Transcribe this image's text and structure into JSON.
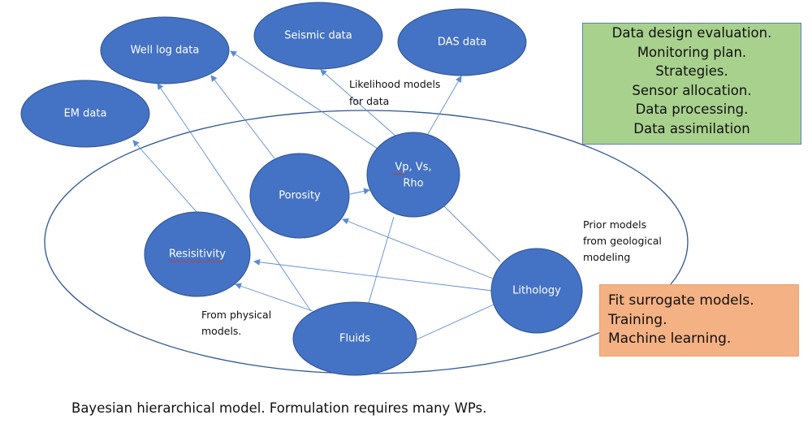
{
  "diagram": {
    "colors": {
      "node_fill": "#4472c4",
      "node_stroke": "#2f528f",
      "edge": "#5b8bd4",
      "outer_ellipse": "#2f5597",
      "green_box": "#a9d18e",
      "orange_box": "#f4b183"
    },
    "nodes": [
      {
        "id": "well_log",
        "label": "Well log data"
      },
      {
        "id": "seismic",
        "label": "Seismic data"
      },
      {
        "id": "das",
        "label": "DAS data"
      },
      {
        "id": "em",
        "label": "EM data"
      },
      {
        "id": "porosity",
        "label": "Porosity"
      },
      {
        "id": "vp",
        "label_line1": "Vp, Vs,",
        "label_line2": "Rho"
      },
      {
        "id": "resistivity",
        "label": "Resisitivity"
      },
      {
        "id": "lithology",
        "label": "Lithology"
      },
      {
        "id": "fluids",
        "label": "Fluids"
      }
    ],
    "edges": [
      {
        "from": "resistivity",
        "to": "em",
        "arrow": true
      },
      {
        "from": "porosity",
        "to": "well_log",
        "arrow": true
      },
      {
        "from": "vp",
        "to": "well_log",
        "arrow": true
      },
      {
        "from": "fluids",
        "to": "well_log",
        "arrow": true
      },
      {
        "from": "vp",
        "to": "seismic",
        "arrow": true
      },
      {
        "from": "vp",
        "to": "das",
        "arrow": true
      },
      {
        "from": "porosity",
        "to": "vp",
        "arrow": true
      },
      {
        "from": "lithology",
        "to": "porosity",
        "arrow": true
      },
      {
        "from": "lithology",
        "to": "resistivity",
        "arrow": true
      },
      {
        "from": "lithology",
        "to": "vp",
        "arrow": false
      },
      {
        "from": "lithology",
        "to": "fluids",
        "arrow": false
      },
      {
        "from": "fluids",
        "to": "resistivity",
        "arrow": true
      },
      {
        "from": "fluids",
        "to": "vp",
        "arrow": false
      }
    ],
    "annotations": {
      "likelihood": [
        "Likelihood models",
        "for data"
      ],
      "prior": [
        "Prior models",
        "from geological",
        "modeling"
      ],
      "physical": [
        "From physical",
        "models."
      ]
    }
  },
  "green_box": {
    "lines": [
      "Data design evaluation.",
      "Monitoring plan.",
      "Strategies.",
      "Sensor allocation.",
      "Data processing.",
      "Data assimilation"
    ]
  },
  "orange_box": {
    "lines": [
      "Fit surrogate models.",
      "Training.",
      "Machine learning."
    ]
  },
  "caption": "Bayesian hierarchical model. Formulation requires many WPs."
}
